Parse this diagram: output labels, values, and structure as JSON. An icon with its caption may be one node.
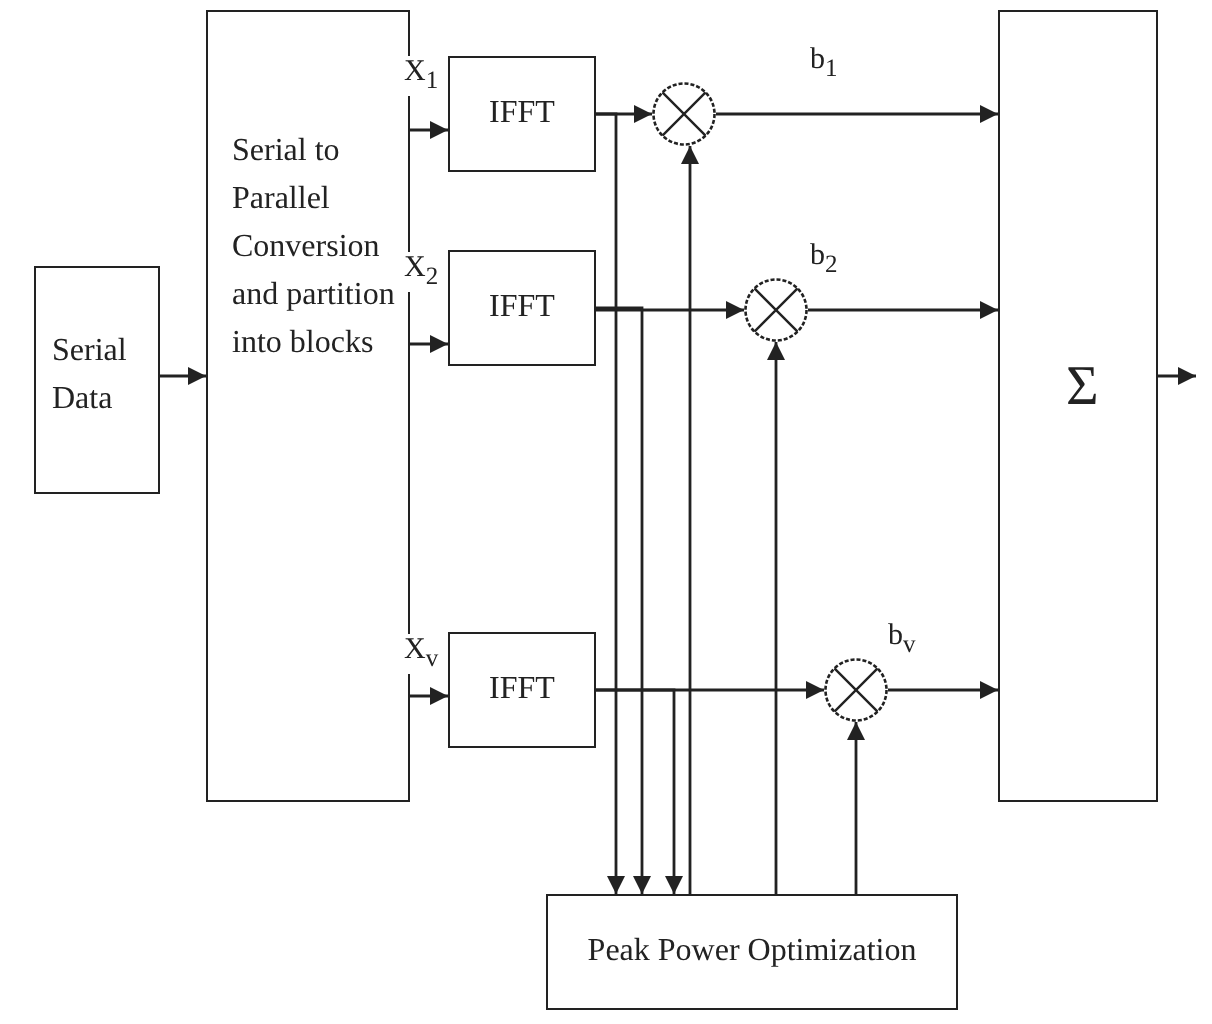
{
  "diagram": {
    "nodes": [
      {
        "text": [
          "Serial Data"
        ]
      },
      {
        "text": [
          "Serial to Parallel Conversion and partition into blocks"
        ]
      },
      {
        "text": [
          "IFFT"
        ]
      },
      {
        "text": [
          "IFFT"
        ]
      },
      {
        "text": [
          "IFFT"
        ]
      },
      {
        "text": [],
        "shape": "circle"
      },
      {
        "text": [],
        "shape": "circle"
      },
      {
        "text": [],
        "shape": "circle"
      },
      {
        "text": [
          "Σ"
        ]
      },
      {
        "text": [
          "Peak Power Optimization"
        ]
      }
    ],
    "edges": [
      {
        "from": 0,
        "to": 1,
        "arrow": "to"
      },
      {
        "from": 1,
        "to": 2,
        "arrow": "to",
        "label": "X$_{1}$"
      },
      {
        "from": 1,
        "to": 3,
        "arrow": "to",
        "label": "X$_{2}$"
      },
      {
        "from": 1,
        "to": 4,
        "arrow": "to",
        "label": "X$_{v}$"
      },
      {
        "from": 2,
        "to": 5,
        "arrow": "to"
      },
      {
        "from": 3,
        "to": 6,
        "arrow": "to"
      },
      {
        "from": 4,
        "to": 7,
        "arrow": "to"
      },
      {
        "from": 2,
        "to": 9,
        "arrow": "to"
      },
      {
        "from": 3,
        "to": 9,
        "arrow": "to"
      },
      {
        "from": 4,
        "to": 9,
        "arrow": "to"
      },
      {
        "from": 9,
        "to": 5,
        "arrow": "to"
      },
      {
        "from": 9,
        "to": 6,
        "arrow": "to"
      },
      {
        "from": 9,
        "to": 7,
        "arrow": "to"
      },
      {
        "from": 5,
        "to": 8,
        "arrow": "to",
        "label": "b$_{1}$"
      },
      {
        "from": 6,
        "to": 8,
        "arrow": "to",
        "label": "b$_{2}$"
      },
      {
        "from": 7,
        "to": 8,
        "arrow": "to",
        "label": "b$_{v}$"
      },
      {
        "from": 8,
        "to": null,
        "arrow": "to"
      }
    ]
  }
}
